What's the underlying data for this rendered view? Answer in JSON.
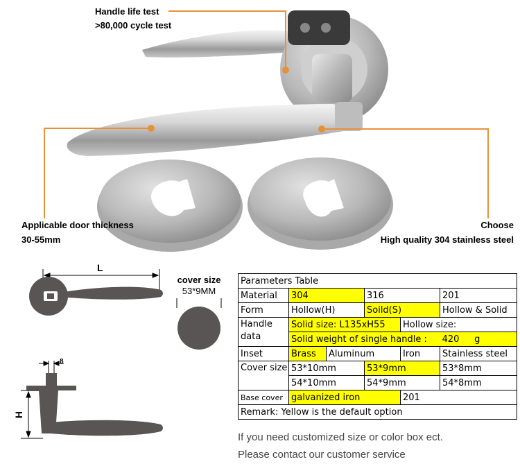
{
  "callouts": {
    "life_line1": "Handle life test",
    "life_line2": ">80,000 cycle test",
    "thickness_line1": "Applicable door thickness",
    "thickness_line2": "30-55mm",
    "material_line1": "Choose",
    "material_line2": "High quality 304 stainless steel"
  },
  "drawing": {
    "length_label": "L",
    "width_label": "8",
    "height_label": "H",
    "cover_title": "cover size",
    "cover_size": "53*9MM"
  },
  "table": {
    "title": "Parameters Table",
    "material": {
      "label": "Material",
      "options": [
        "304",
        "316",
        "201"
      ]
    },
    "form": {
      "label": "Form",
      "options": [
        "Hollow(H)",
        "Soild(S)",
        "Hollow & Solid"
      ]
    },
    "handle_data": {
      "label_line1": "Handle",
      "label_line2": "data",
      "solid_size": "Solid size: L135xH55",
      "hollow_size": "Hollow size:",
      "weight_label": "Solid weight of single handle :",
      "weight_value": "420",
      "weight_unit": "g"
    },
    "inset": {
      "label": "Inset",
      "options": [
        "Brass",
        "Aluminum",
        "Iron",
        "Stainless steel"
      ]
    },
    "cover_size": {
      "label": "Cover size",
      "row1": [
        "53*10mm",
        "53*9mm",
        "53*8mm"
      ],
      "row2": [
        "54*10mm",
        "54*9mm",
        "54*8mm"
      ]
    },
    "base_cover": {
      "label": "Base cover",
      "options": [
        "galvanized iron",
        "201"
      ]
    },
    "remark": "Remark: Yellow is the default option"
  },
  "footer": {
    "line1": "If you need customized size or color box ect.",
    "line2": "Please contact our customer service"
  },
  "colors": {
    "callout_line": "#e69138",
    "highlight": "#ffff00",
    "drawing_fill": "#5a5555"
  }
}
